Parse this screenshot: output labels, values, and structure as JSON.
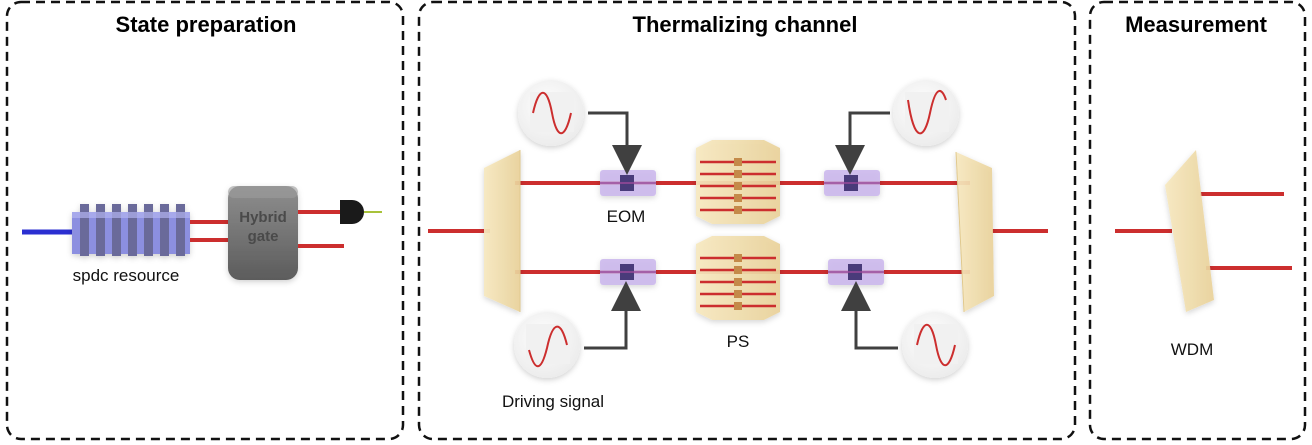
{
  "panels": {
    "state_preparation": {
      "title": "State preparation",
      "spdc_label": "spdc resource",
      "gate_label_line1": "Hybrid",
      "gate_label_line2": "gate"
    },
    "thermalizing_channel": {
      "title": "Thermalizing channel",
      "eom_label": "EOM",
      "ps_label": "PS",
      "driving_label": "Driving signal"
    },
    "measurement": {
      "title": "Measurement",
      "wdm_label": "WDM"
    }
  },
  "colors": {
    "waveguide": "#cc2e2e",
    "pump": "#2b2fd1",
    "splitter": "#f4e3b4",
    "modulator": "#c9b5ec",
    "phase_shifter": "#c48a4a",
    "gate": "#737373",
    "arrow": "#404040",
    "sine": "#cc2e2e"
  }
}
